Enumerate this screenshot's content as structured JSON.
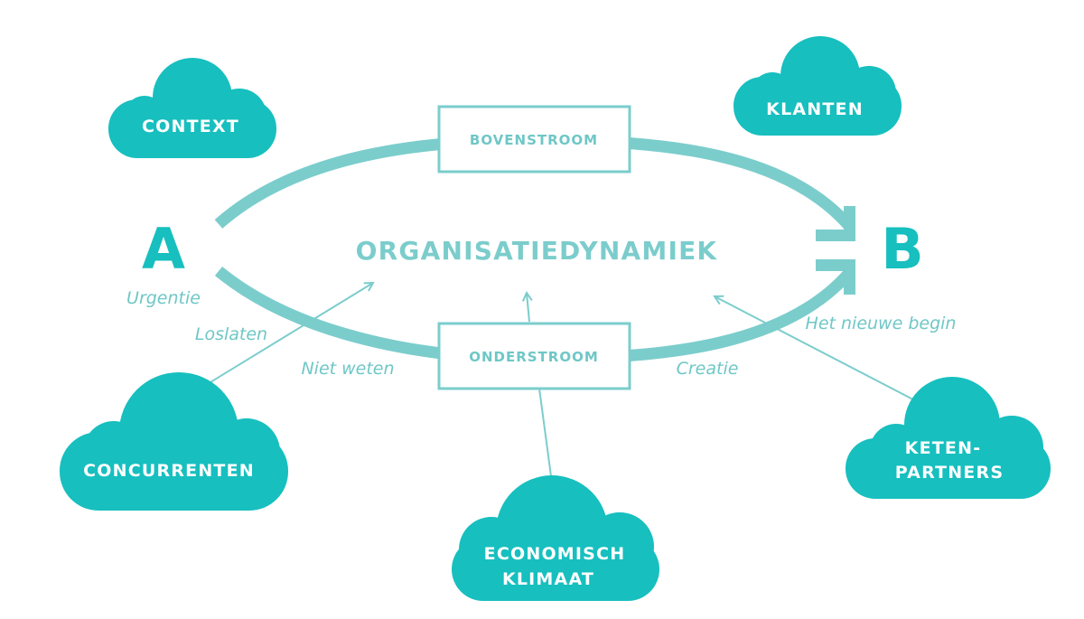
{
  "colors": {
    "cloud": "#17bfbf",
    "ring": "#7bcdcc",
    "text_light": "#6fc7c6",
    "letters": "#17bfbf"
  },
  "diagram": {
    "title": "ORGANISATIEDYNAMIEK",
    "start_label": "A",
    "end_label": "B",
    "top_box": "BOVENSTROOM",
    "bottom_box": "ONDERSTROOM",
    "phases": {
      "urgentie": "Urgentie",
      "loslaten": "Loslaten",
      "niet_weten": "Niet weten",
      "creatie": "Creatie",
      "nieuwe_begin": "Het nieuwe begin"
    },
    "clouds": {
      "context": [
        "CONTEXT"
      ],
      "klanten": [
        "KLANTEN"
      ],
      "concurrenten": [
        "CONCURRENTEN"
      ],
      "economisch": [
        "ECONOMISCH",
        "KLIMAAT"
      ],
      "ketenpartners": [
        "KETEN-",
        "PARTNERS"
      ]
    }
  }
}
